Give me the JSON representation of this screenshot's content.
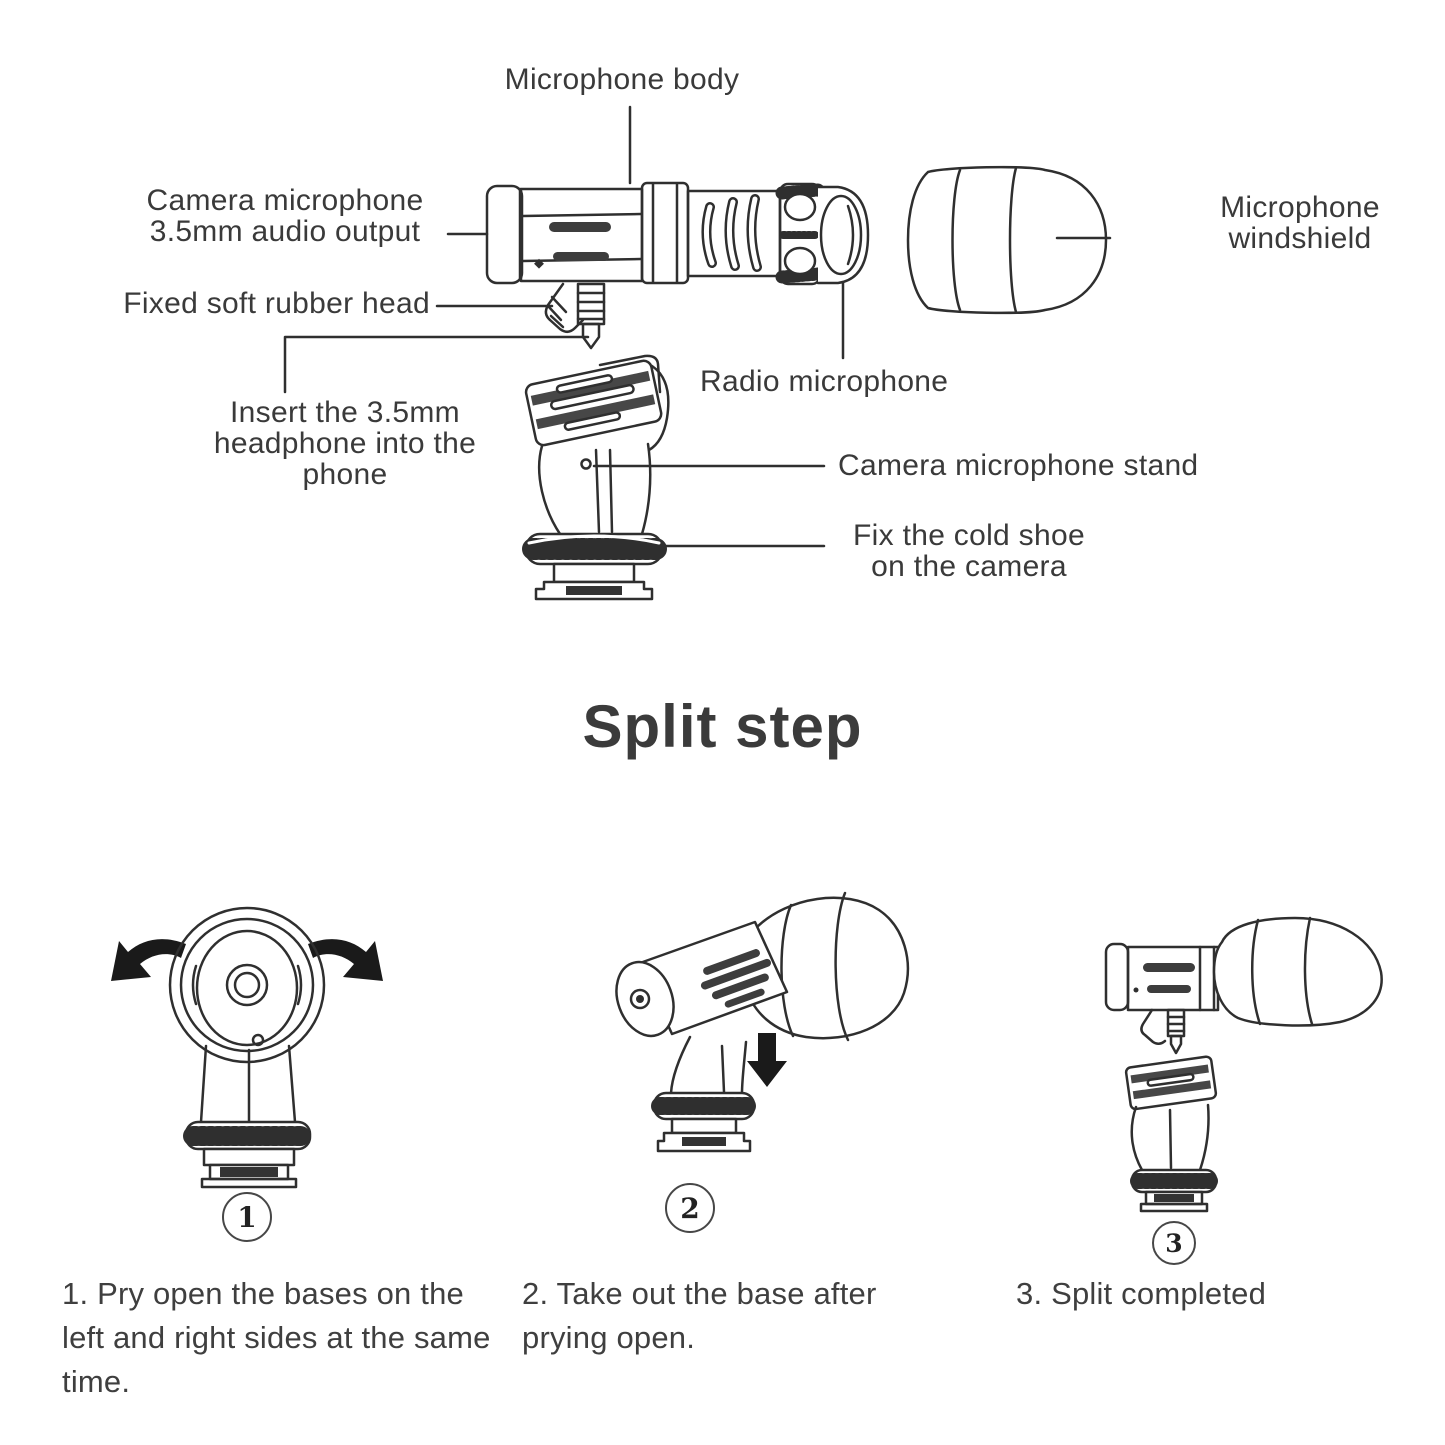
{
  "page": {
    "background": "#ffffff",
    "line_color": "#2f2f2f",
    "text_color": "#3a3a3a"
  },
  "diagram": {
    "labels": {
      "microphone_body": "Microphone body",
      "camera_mic_output": "Camera microphone\n3.5mm audio output",
      "fixed_soft_rubber_head": "Fixed soft rubber head",
      "insert_headphone": "Insert the 3.5mm\nheadphone into the\nphone",
      "radio_microphone": "Radio microphone",
      "microphone_windshield": "Microphone\nwindshield",
      "camera_microphone_stand": "Camera microphone stand",
      "fix_cold_shoe": "Fix the cold shoe\non the camera"
    }
  },
  "split_section": {
    "title": "Split step",
    "steps": [
      {
        "number": "1",
        "caption": "1. Pry open the bases on the left and right sides at the same time."
      },
      {
        "number": "2",
        "caption": "2. Take out the base after prying open."
      },
      {
        "number": "3",
        "caption": "3. Split completed"
      }
    ]
  }
}
